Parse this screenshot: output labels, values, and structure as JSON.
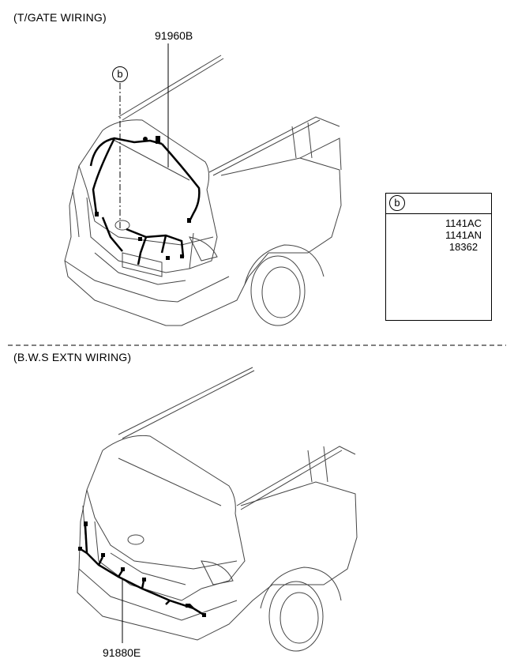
{
  "sections": {
    "top_title": "(T/GATE WIRING)",
    "bottom_title": "(B.W.S EXTN WIRING)"
  },
  "parts": {
    "tailgate_harness": "91960B",
    "bws_extn_harness": "91880E"
  },
  "detail": {
    "ref_letter": "b",
    "codes": [
      "1141AC",
      "1141AN",
      "18362"
    ]
  },
  "callout": {
    "ref_letter": "b"
  }
}
